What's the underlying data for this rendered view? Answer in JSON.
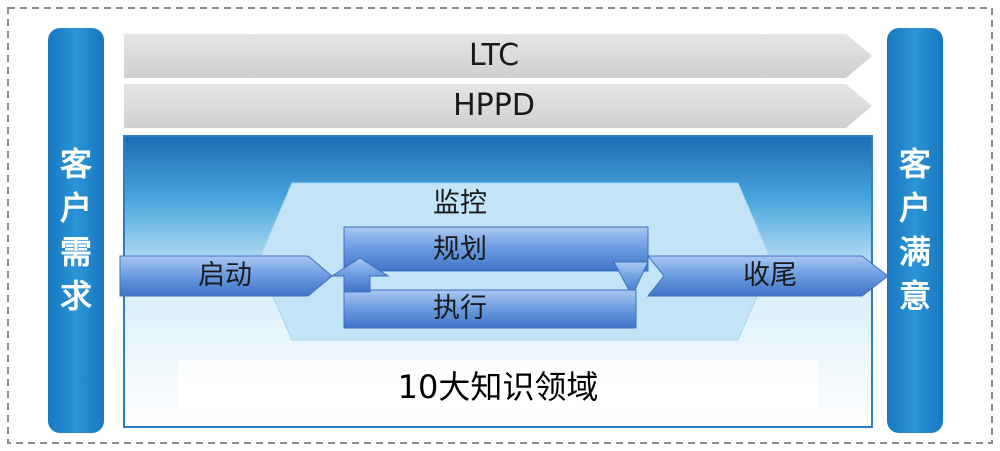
{
  "left_bar": {
    "label_chars": [
      "客",
      "户",
      "需",
      "求"
    ]
  },
  "right_bar": {
    "label_chars": [
      "客",
      "户",
      "满",
      "意"
    ]
  },
  "top_arrows": [
    {
      "label": "LTC"
    },
    {
      "label": "HPPD"
    }
  ],
  "flow": {
    "start": "启动",
    "monitor": "监控",
    "plan": "规划",
    "execute": "执行",
    "close": "收尾"
  },
  "footer": "10大知识领域",
  "colors": {
    "bar_blue": "#1f87c9",
    "arrow_gray": "#d9d9d9",
    "panel_blue_dark": "#1d6fb8",
    "hex_light": "#c3e4f7",
    "arrow_blue": "#5a8ed8"
  }
}
